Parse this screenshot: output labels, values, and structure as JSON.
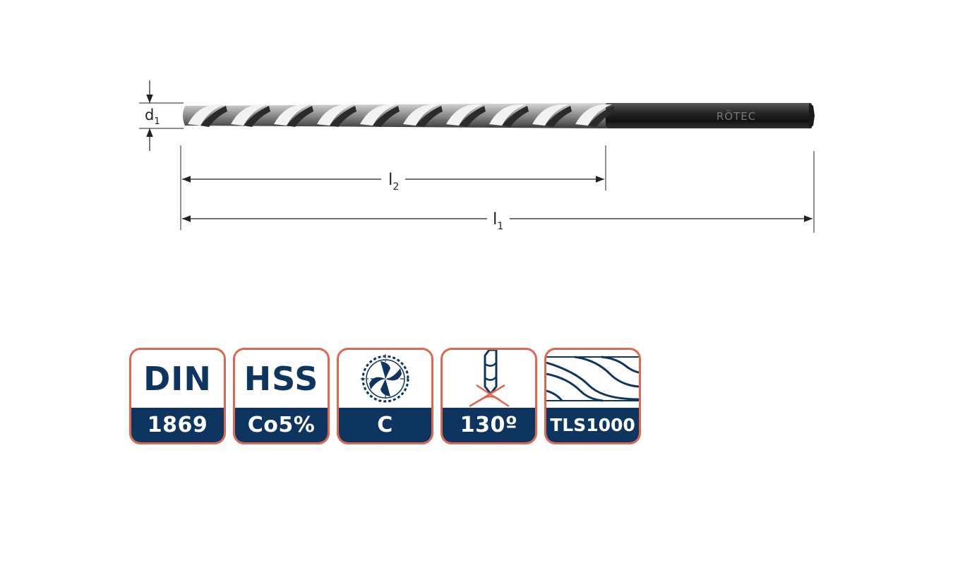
{
  "drawing": {
    "diameter_label": "d",
    "diameter_sub": "1",
    "flute_length_label": "l",
    "flute_length_sub": "2",
    "total_length_label": "l",
    "total_length_sub": "1",
    "brand_mark": "RÖTEC"
  },
  "badges": [
    {
      "id": "din",
      "top": "DIN",
      "bottom": "1869",
      "icon": null
    },
    {
      "id": "material",
      "top": "HSS",
      "bottom": "Co5%",
      "icon": null
    },
    {
      "id": "type",
      "top": "",
      "bottom": "C",
      "icon": "cross-section-icon"
    },
    {
      "id": "angle",
      "top": "",
      "bottom": "130º",
      "icon": "point-angle-icon"
    },
    {
      "id": "tolerance",
      "top": "",
      "bottom": "TLS1000",
      "icon": "twist-flute-icon"
    }
  ],
  "colors": {
    "navy": "#0e3560",
    "coral": "#e0674f"
  }
}
